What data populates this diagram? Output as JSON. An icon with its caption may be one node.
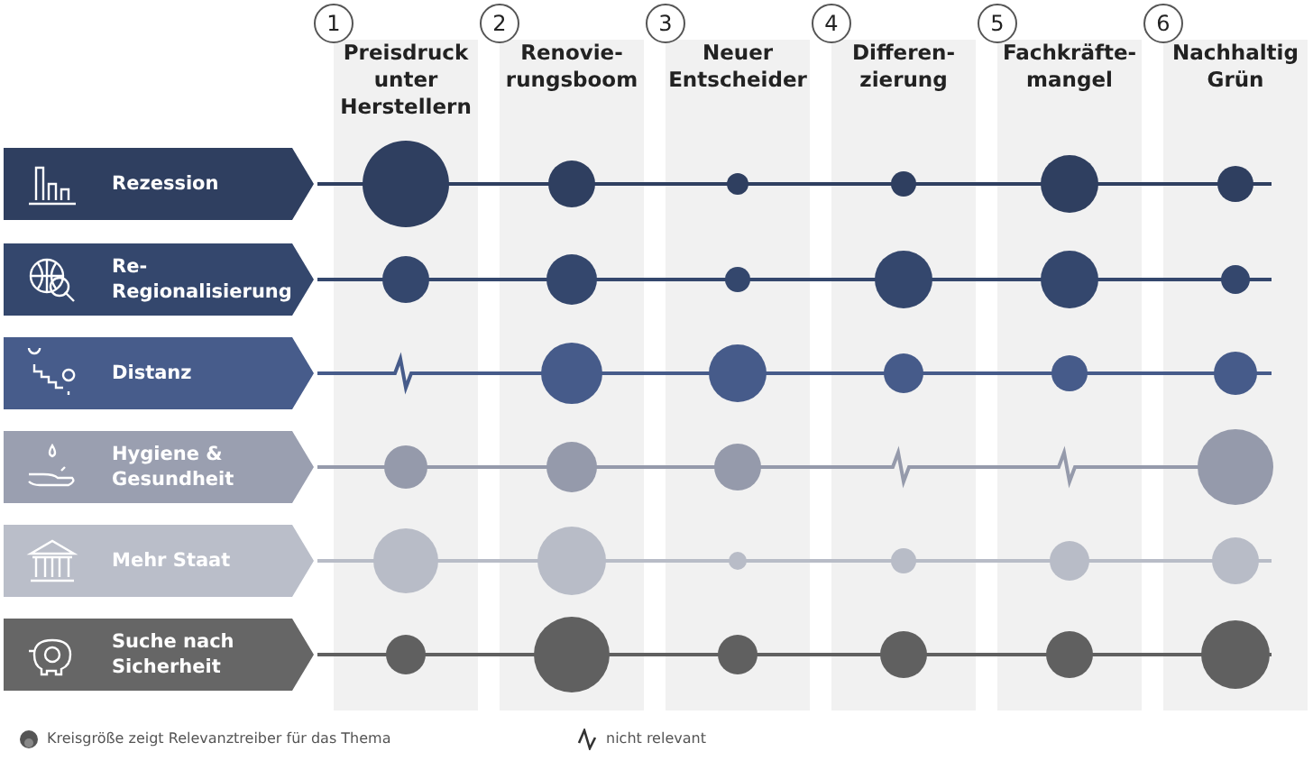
{
  "diagram": {
    "nodes": [
      {
        "text": [
          "Rezession"
        ]
      },
      {
        "text": [
          "Re- Regionalisierung"
        ]
      },
      {
        "text": [
          "Distanz"
        ]
      },
      {
        "text": [
          "Hygiene & Gesundheit"
        ]
      },
      {
        "text": [
          "Mehr Staat"
        ]
      },
      {
        "text": [
          "Suche nach Sicherheit"
        ]
      },
      {
        "text": [
          "1"
        ],
        "beside": [
          "Preisdruck unter Herstellern"
        ]
      },
      {
        "text": [
          "2"
        ],
        "beside": [
          "Renovie- rungsboom"
        ]
      },
      {
        "text": [
          "3"
        ],
        "beside": [
          "Neuer Entscheider"
        ]
      },
      {
        "text": [
          "4"
        ],
        "beside": [
          "Differen- zierung"
        ]
      },
      {
        "text": [
          "5"
        ],
        "beside": [
          "Fachkräfte- mangel"
        ]
      },
      {
        "text": [
          "6"
        ],
        "beside": [
          "Nachhaltig Grün"
        ]
      }
    ],
    "legend": [
      {
        "text": "Kreisgröße zeigt Relevanztreiber für das Thema"
      },
      {
        "text": "nicht relevant"
      }
    ]
  }
}
